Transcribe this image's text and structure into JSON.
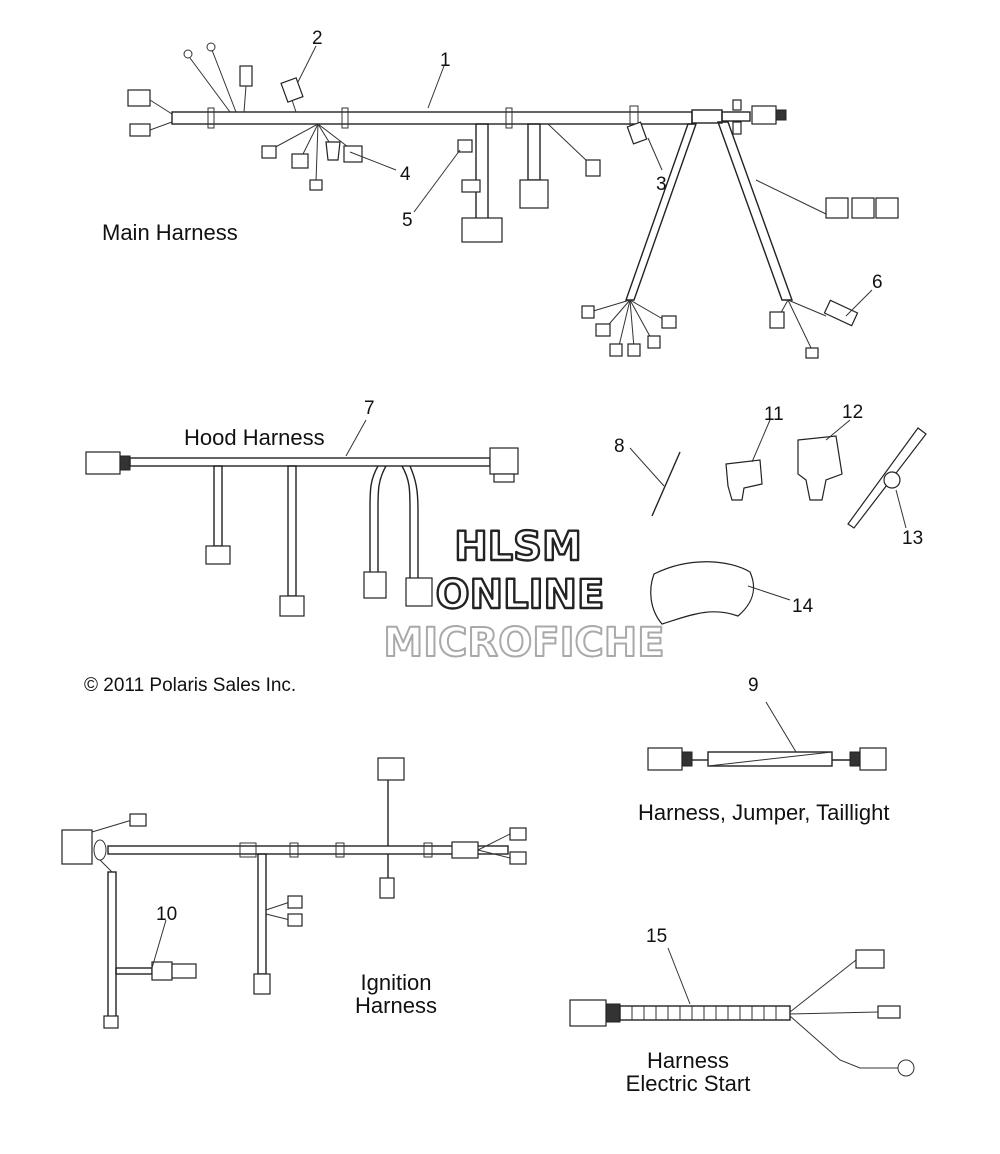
{
  "titles": {
    "main": "Main Harness",
    "hood": "Hood Harness",
    "jumper": "Harness, Jumper, Taillight",
    "ignition_l1": "Ignition",
    "ignition_l2": "Harness",
    "estart_l1": "Harness",
    "estart_l2": "Electric Start"
  },
  "copyright": "© 2011 Polaris Sales Inc.",
  "watermark": {
    "l1": "HLSM",
    "l2": "ONLINE",
    "l3": "MICROFICHE"
  },
  "callouts": [
    "1",
    "2",
    "3",
    "4",
    "5",
    "6",
    "7",
    "8",
    "9",
    "10",
    "11",
    "12",
    "13",
    "14",
    "15"
  ]
}
